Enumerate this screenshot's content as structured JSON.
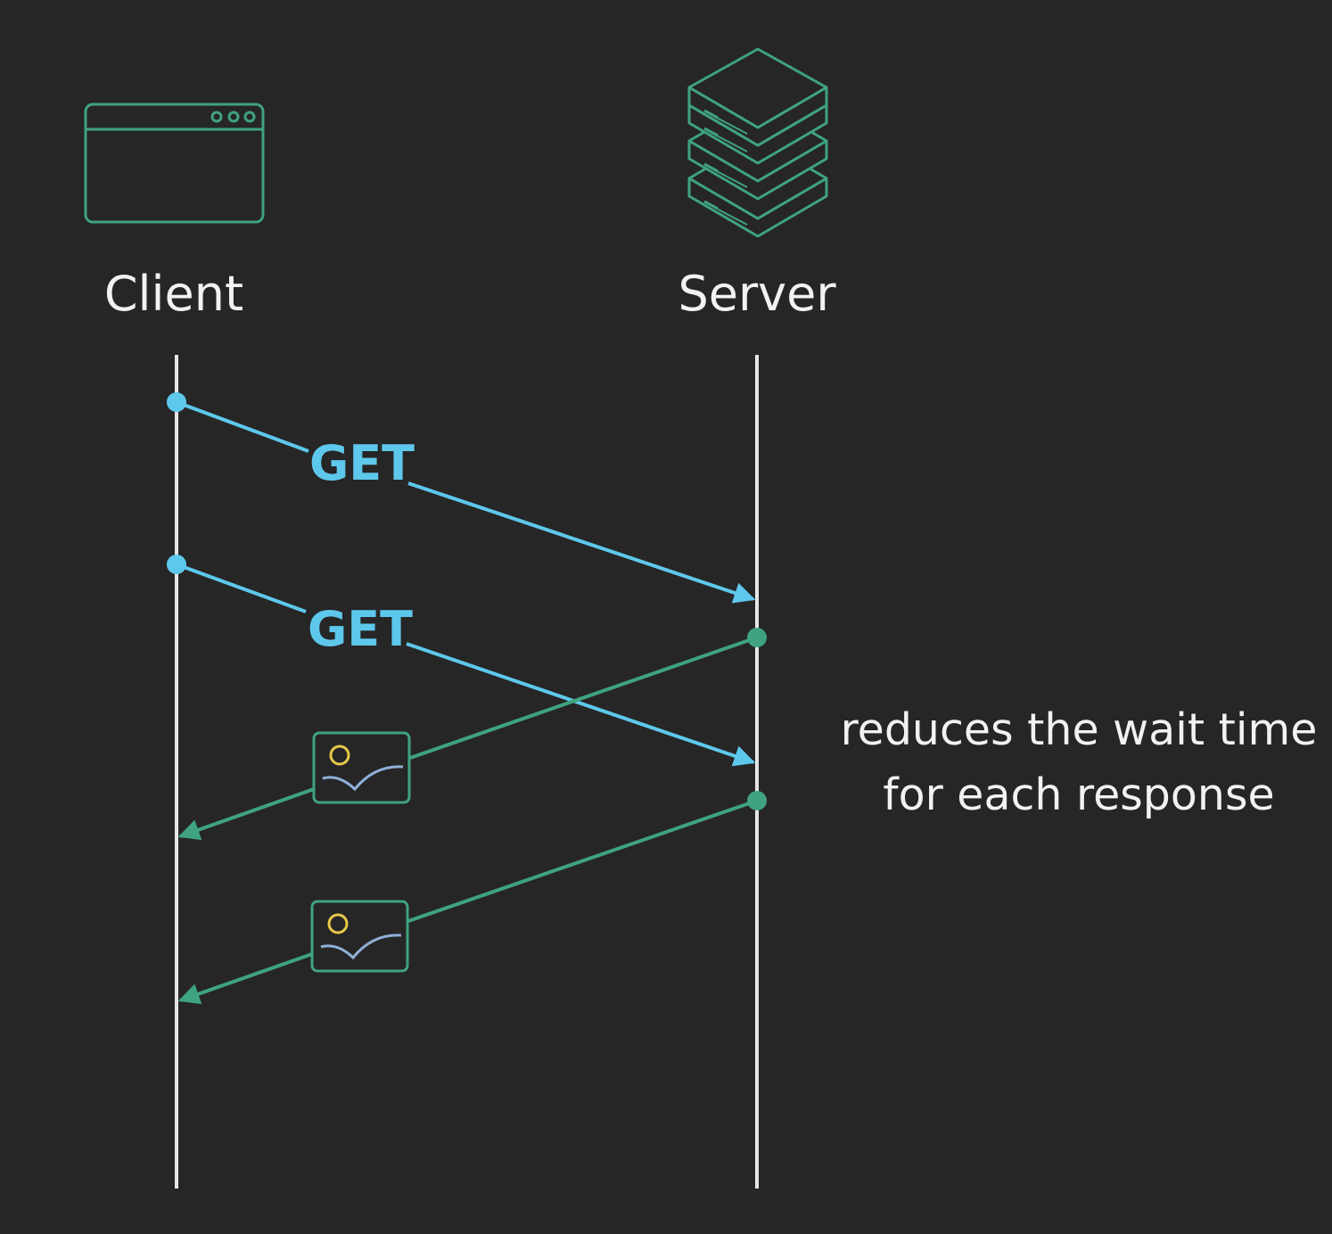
{
  "diagram": {
    "actors": {
      "client": {
        "label": "Client",
        "icon": "browser-window-icon"
      },
      "server": {
        "label": "Server",
        "icon": "server-stack-icon"
      }
    },
    "messages": [
      {
        "from": "client",
        "to": "server",
        "label": "GET"
      },
      {
        "from": "client",
        "to": "server",
        "label": "GET"
      },
      {
        "from": "server",
        "to": "client",
        "label": "",
        "icon": "image-icon"
      },
      {
        "from": "server",
        "to": "client",
        "label": "",
        "icon": "image-icon"
      }
    ],
    "note": {
      "line1": "reduces the wait time",
      "line2": "for each response"
    },
    "colors": {
      "background": "#262626",
      "request": "#5ec8ec",
      "response": "#3fa37f",
      "lifeline": "#e6e6e6",
      "text": "#f2f2f2",
      "sun": "#e6c84a"
    }
  }
}
